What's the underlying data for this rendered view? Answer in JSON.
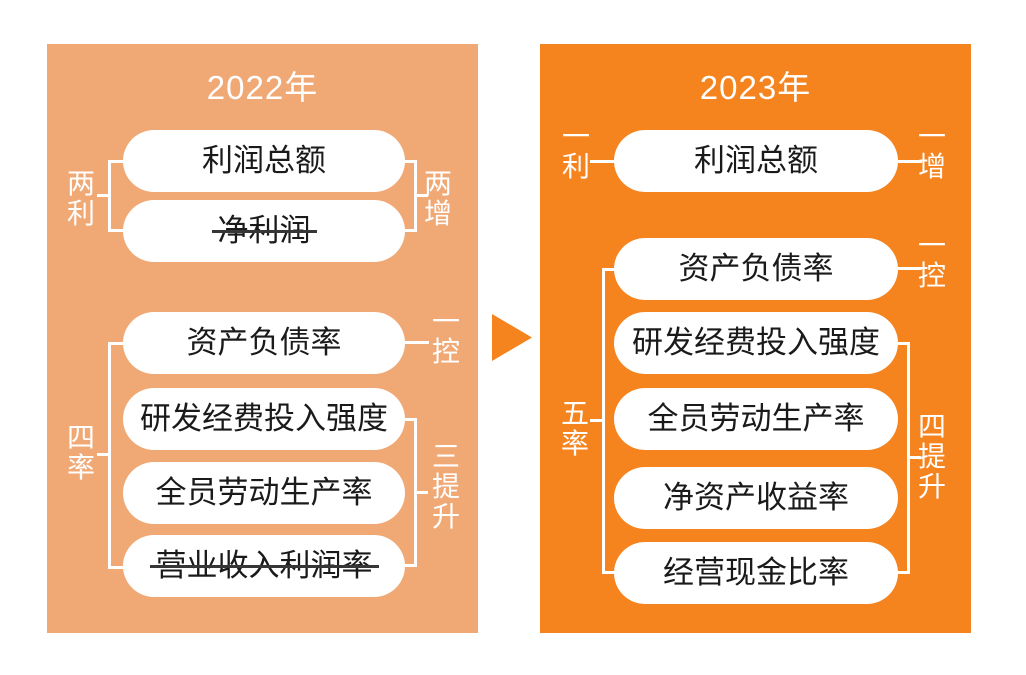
{
  "colors": {
    "page_bg": "#ffffff",
    "left_panel_bg": "#f0a875",
    "right_panel_bg": "#f5831e",
    "arrow": "#f5831e",
    "box_bg": "#ffffff",
    "box_text": "#1a1a1a",
    "annotation_text": "#ffffff",
    "strike_line": "#363636"
  },
  "left_panel": {
    "title": "2022年",
    "profit_boxes": [
      {
        "label": "利润总额",
        "struck": false
      },
      {
        "label": "净利润",
        "struck": true
      }
    ],
    "profit_left_label": "两利",
    "profit_right_label": "两增",
    "ratio_boxes": [
      {
        "label": "资产负债率",
        "struck": false
      },
      {
        "label": "研发经费投入强度",
        "struck": false
      },
      {
        "label": "全员劳动生产率",
        "struck": false
      },
      {
        "label": "营业收入利润率",
        "struck": true
      }
    ],
    "ratio_left_label": "四率",
    "control_label": "一控",
    "improve_label": "三提升"
  },
  "right_panel": {
    "title": "2023年",
    "profit_boxes": [
      {
        "label": "利润总额",
        "struck": false
      }
    ],
    "profit_left_label": "一利",
    "profit_right_label": "一增",
    "ratio_boxes": [
      {
        "label": "资产负债率",
        "struck": false
      },
      {
        "label": "研发经费投入强度",
        "struck": false
      },
      {
        "label": "全员劳动生产率",
        "struck": false
      },
      {
        "label": "净资产收益率",
        "struck": false
      },
      {
        "label": "经营现金比率",
        "struck": false
      }
    ],
    "ratio_left_label": "五率",
    "control_label": "一控",
    "improve_label": "四提升"
  }
}
